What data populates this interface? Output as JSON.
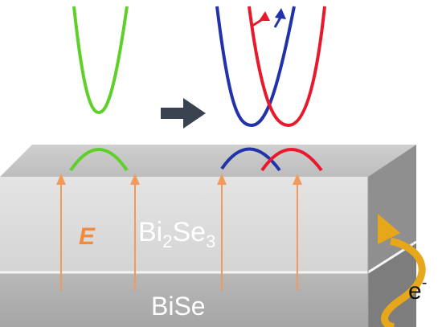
{
  "labels": {
    "field_symbol": "E",
    "top_layer_main": "Bi",
    "top_layer_sub1": "2",
    "top_layer_mid": "Se",
    "top_layer_sub2": "3",
    "bottom_layer": "BiSe",
    "electron_base": "e",
    "electron_sup": "-"
  },
  "colors": {
    "green_band": "#5fcf2a",
    "blue_band": "#2233aa",
    "red_band": "#e8192c",
    "field_arrow": "#f29a5e",
    "field_label": "#f08a3c",
    "transfer_arrow": "#e6a81a",
    "shift_arrow": "#3a4250"
  },
  "icons": {
    "transition": "right-arrow-icon",
    "charge_transfer": "curved-arrow-icon",
    "spin_up": "spin-arrow-icon"
  }
}
